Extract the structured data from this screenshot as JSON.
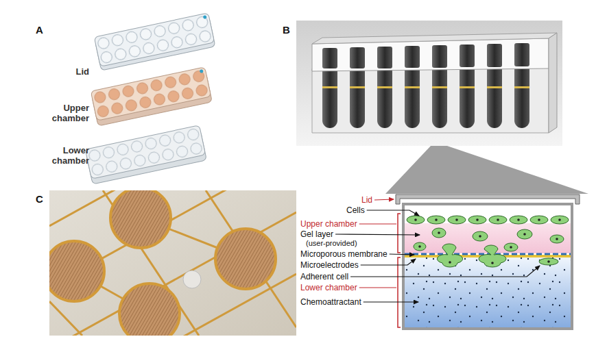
{
  "diagram": {
    "labels": [
      "A",
      "B",
      "C",
      "Lid",
      "Upper chamber",
      "Lower chamber",
      "Lid",
      "Cells",
      "Upper chamber",
      "Gel layer",
      "(user-provided)",
      "Microporous membrane",
      "Microelectrodes",
      "Adherent cell",
      "Lower chamber",
      "Chemoattractant"
    ]
  }
}
